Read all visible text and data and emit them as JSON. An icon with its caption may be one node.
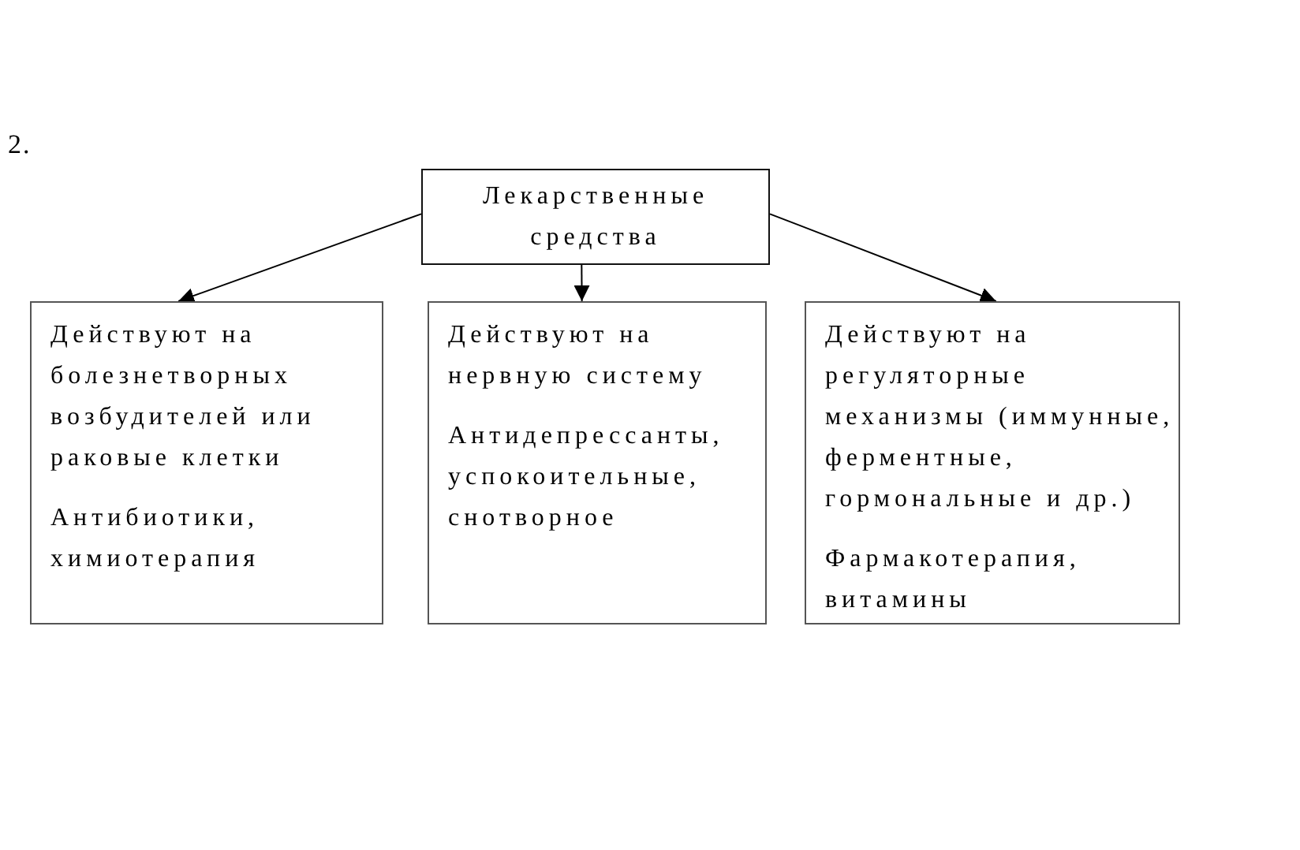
{
  "diagram": {
    "nodes": [
      {
        "text": [
          "Лекарственные средства"
        ]
      },
      {
        "text": [
          "Действуют на болезнетворных возбудителей или раковые клетки",
          "Антибиотики, химиотерапия"
        ]
      },
      {
        "text": [
          "Действуют на нервную систему",
          "Антидепрессанты, успокоительные, снотворное"
        ]
      },
      {
        "text": [
          "Действуют на регуляторные механизмы (иммунные, ферментные, гормональные и др.)",
          "Фармакотерапия, витамины"
        ]
      }
    ],
    "edges": [
      {
        "from": 0,
        "to": 1,
        "arrow": "to"
      },
      {
        "from": 0,
        "to": 2,
        "arrow": "to"
      },
      {
        "from": 0,
        "to": 3,
        "arrow": "to"
      }
    ],
    "labels": [
      "2."
    ]
  }
}
